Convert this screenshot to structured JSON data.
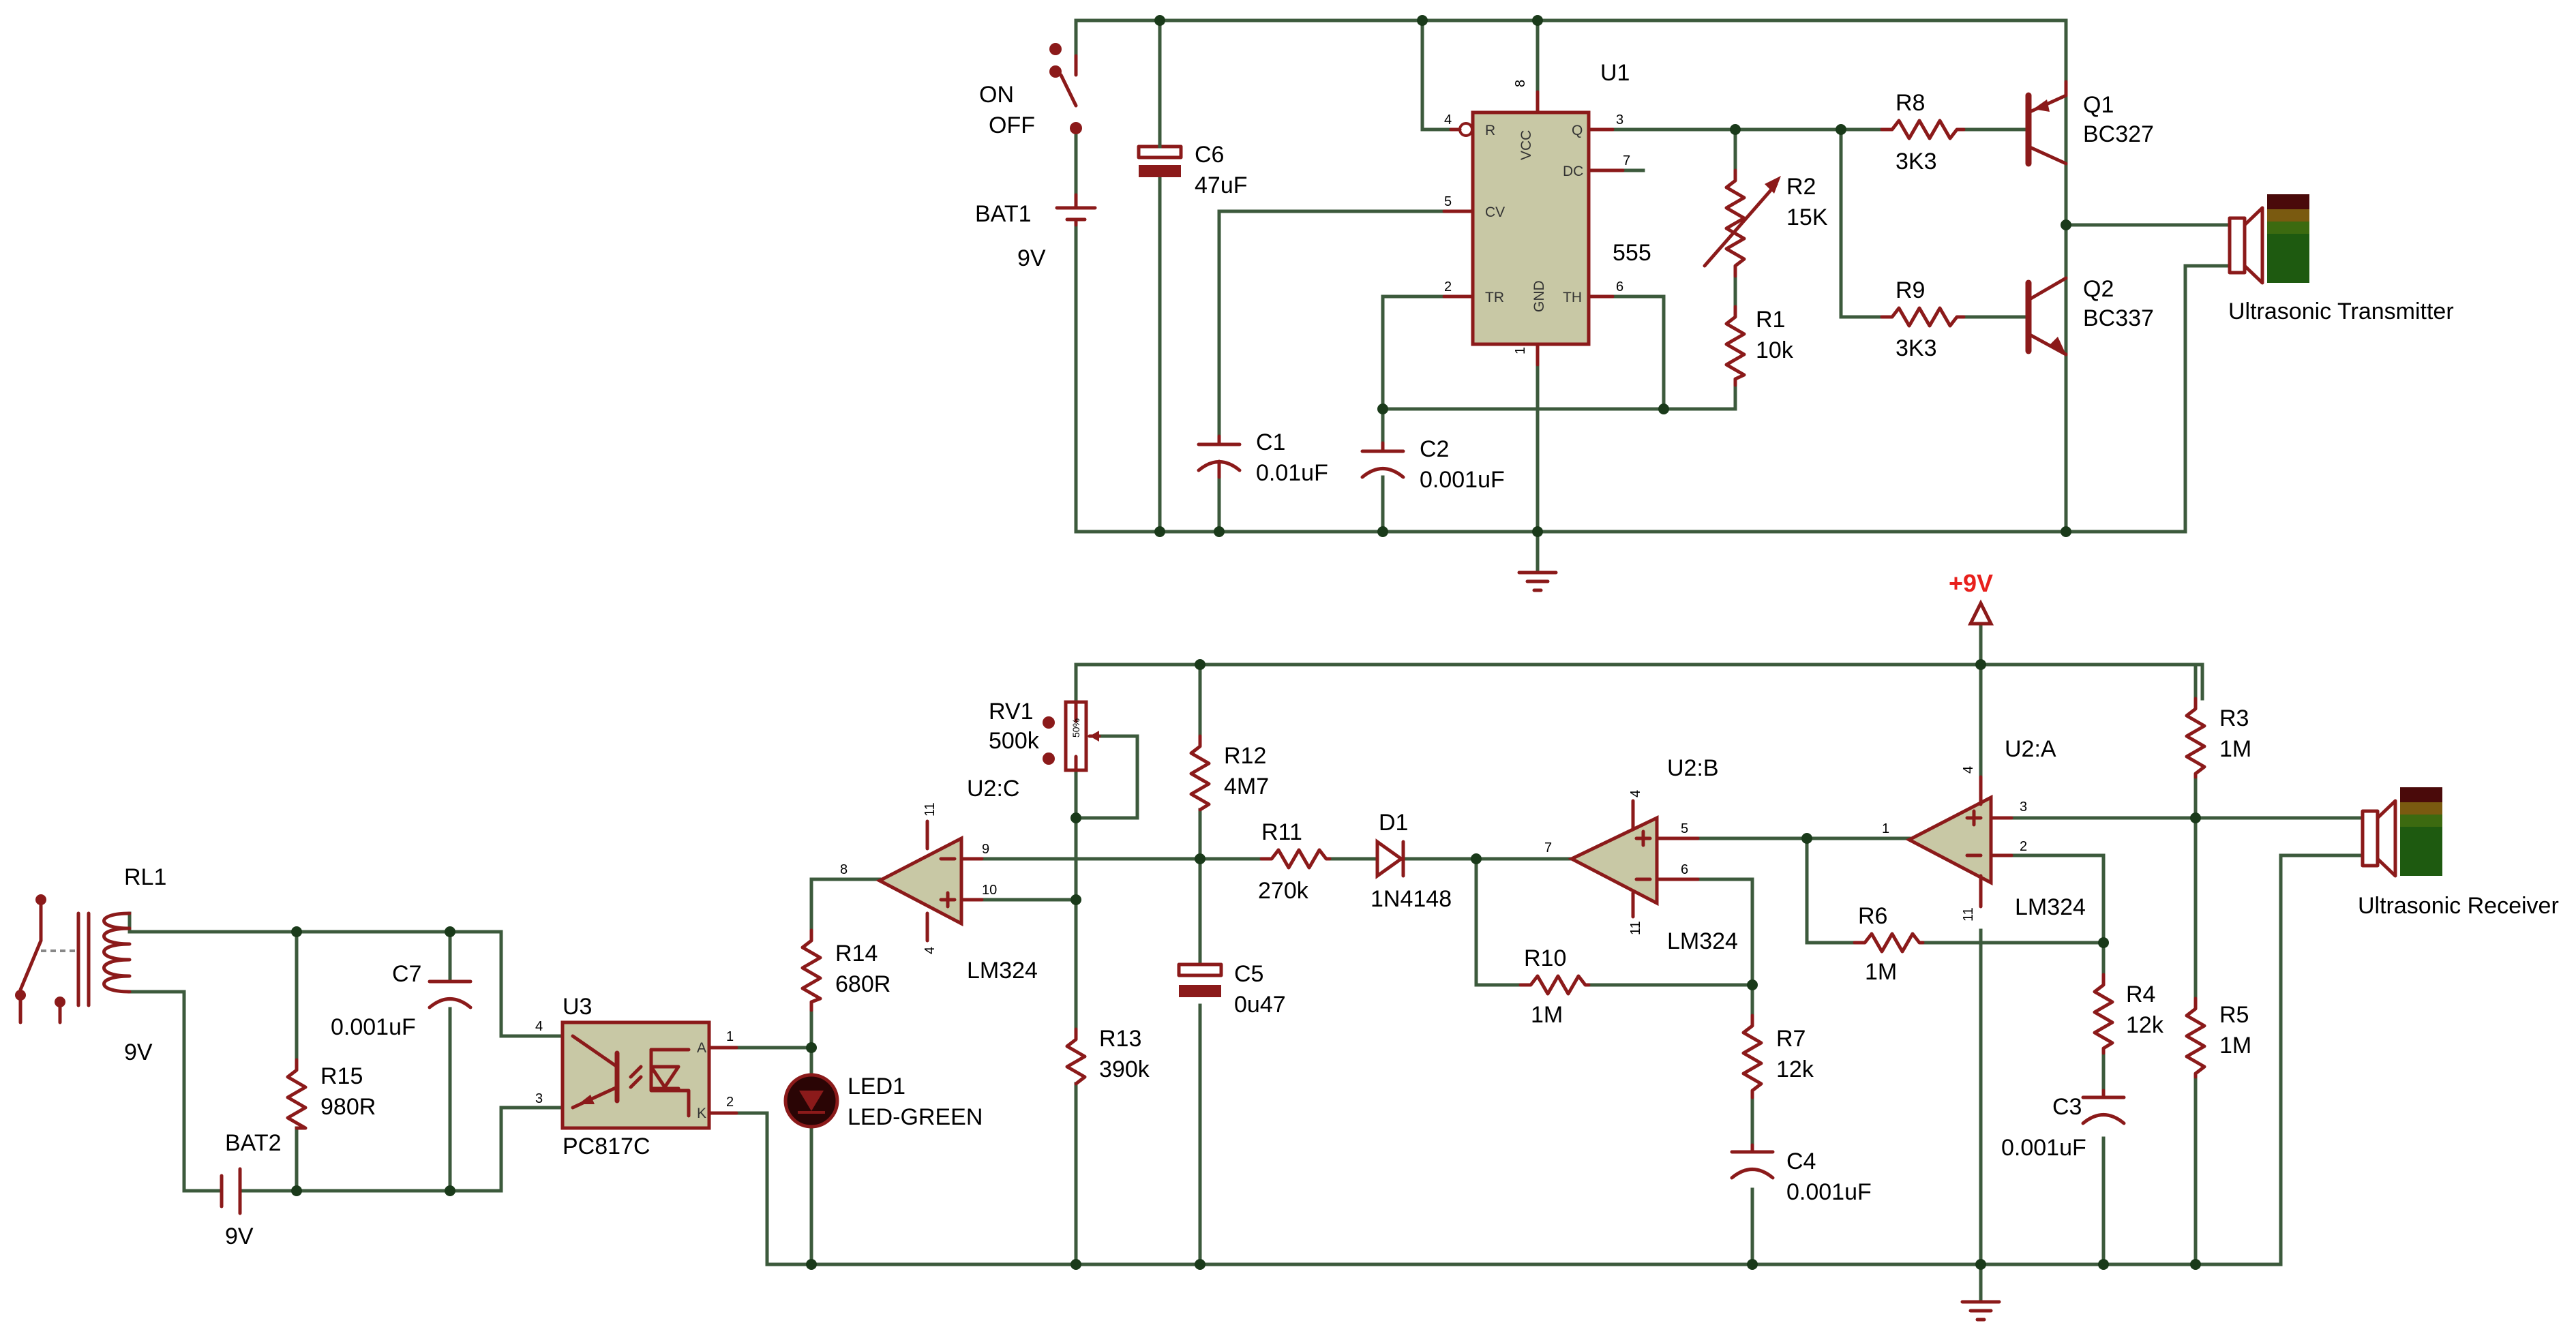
{
  "transmitter": {
    "switch": {
      "on": "ON",
      "off": "OFF"
    },
    "bat1": {
      "ref": "BAT1",
      "value": "9V"
    },
    "c6": {
      "ref": "C6",
      "value": "47uF"
    },
    "u1": {
      "ref": "U1",
      "type": "555",
      "pins": {
        "r": "R",
        "vcc": "VCC",
        "q": "Q",
        "dc": "DC",
        "cv": "CV",
        "tr": "TR",
        "gnd": "GND",
        "th": "TH"
      },
      "pin_numbers": {
        "r": "4",
        "vcc": "8",
        "q": "3",
        "dc": "7",
        "cv": "5",
        "tr": "2",
        "gnd": "1",
        "th": "6"
      }
    },
    "r2": {
      "ref": "R2",
      "value": "15K"
    },
    "r1": {
      "ref": "R1",
      "value": "10k"
    },
    "r8": {
      "ref": "R8",
      "value": "3K3"
    },
    "r9": {
      "ref": "R9",
      "value": "3K3"
    },
    "q1": {
      "ref": "Q1",
      "value": "BC327"
    },
    "q2": {
      "ref": "Q2",
      "value": "BC337"
    },
    "c1": {
      "ref": "C1",
      "value": "0.01uF"
    },
    "c2": {
      "ref": "C2",
      "value": "0.001uF"
    },
    "speaker": "Ultrasonic Transmitter"
  },
  "receiver": {
    "power": "+9V",
    "rl1": {
      "ref": "RL1",
      "value": "9V"
    },
    "bat2": {
      "ref": "BAT2",
      "value": "9V"
    },
    "r15": {
      "ref": "R15",
      "value": "980R"
    },
    "c7": {
      "ref": "C7",
      "value": "0.001uF"
    },
    "u3": {
      "ref": "U3",
      "value": "PC817C",
      "pins": {
        "p4": "4",
        "p3": "3",
        "p1": "1",
        "p2": "2",
        "a": "A",
        "k": "K"
      }
    },
    "r14": {
      "ref": "R14",
      "value": "680R"
    },
    "led1": {
      "ref": "LED1",
      "value": "LED-GREEN"
    },
    "rv1": {
      "ref": "RV1",
      "value": "500k"
    },
    "u2c": {
      "ref": "U2:C",
      "value": "LM324",
      "pins": {
        "p8": "8",
        "p9": "9",
        "p10": "10",
        "p11": "11",
        "p4": "4"
      }
    },
    "r12": {
      "ref": "R12",
      "value": "4M7"
    },
    "c5": {
      "ref": "C5",
      "value": "0u47"
    },
    "r13": {
      "ref": "R13",
      "value": "390k"
    },
    "r11": {
      "ref": "R11",
      "value": "270k"
    },
    "d1": {
      "ref": "D1",
      "value": "1N4148"
    },
    "u2b": {
      "ref": "U2:B",
      "value": "LM324",
      "pins": {
        "p4": "4",
        "p5": "5",
        "p6": "6",
        "p7": "7",
        "p11": "11"
      }
    },
    "r10": {
      "ref": "R10",
      "value": "1M"
    },
    "r7": {
      "ref": "R7",
      "value": "12k"
    },
    "c4": {
      "ref": "C4",
      "value": "0.001uF"
    },
    "u2a": {
      "ref": "U2:A",
      "value": "LM324",
      "pins": {
        "p1": "1",
        "p2": "2",
        "p3": "3",
        "p4": "4",
        "p11": "11"
      }
    },
    "r6": {
      "ref": "R6",
      "value": "1M"
    },
    "r4": {
      "ref": "R4",
      "value": "12k"
    },
    "c3": {
      "ref": "C3",
      "value": "0.001uF"
    },
    "r3": {
      "ref": "R3",
      "value": "1M"
    },
    "r5": {
      "ref": "R5",
      "value": "1M"
    },
    "speaker": "Ultrasonic Receiver"
  },
  "pot_marking": "50%",
  "colors": {
    "wire": "#3c5a3c",
    "component": "#8b1a1a",
    "chip_fill": "#c8c8a5",
    "power_label": "#e8201c"
  }
}
